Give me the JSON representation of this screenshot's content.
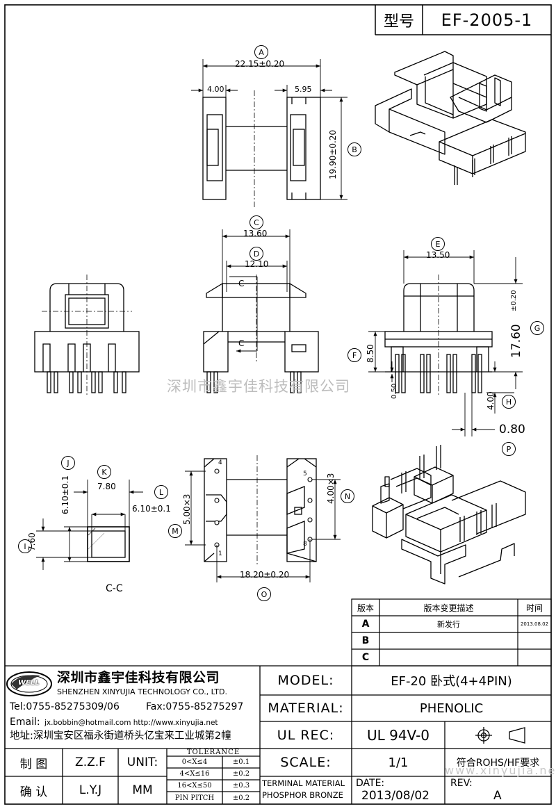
{
  "header": {
    "type_label": "型号",
    "model_number": "EF-2005-1"
  },
  "dimensions": {
    "top_width": "22.15±0.20",
    "top_left": "4.00",
    "top_right": "5.95",
    "top_height": "19.90±0.20",
    "front_width": "13.60",
    "front_inner": "12.10",
    "section_c": "C",
    "side_width": "13.50",
    "side_height": "17.60",
    "side_height_tol": "±0.20",
    "side_base": "8.50",
    "side_foot": "0.50",
    "pin_len": "4.00",
    "pin_dia": "0.80",
    "sec_h_left": "6.10±0.1",
    "sec_w": "7.80",
    "sec_h_right": "6.10±0.1",
    "sec_inner": "7.60",
    "sec_label": "C-C",
    "pitch_left": "5.00×3",
    "pitch_right": "4.00×3",
    "pin_span": "18.20±0.20",
    "pin_1": "1",
    "pin_4": "4",
    "pin_5": "5",
    "pin_8": "8"
  },
  "balloons": {
    "a": "A",
    "b": "B",
    "c": "C",
    "d": "D",
    "e": "E",
    "f": "F",
    "g": "G",
    "h": "H",
    "p": "P",
    "j": "J",
    "k": "K",
    "l": "L",
    "i": "I",
    "m": "M",
    "n": "N",
    "o": "O"
  },
  "watermark": "深圳市鑫宇佳科技有限公司",
  "watermark_url": "www.xinyujia.net",
  "revision": {
    "headers": [
      "版本",
      "版本变更描述",
      "时间"
    ],
    "rows": [
      {
        "ver": "A",
        "desc": "新发行",
        "date": "2013.08.02"
      },
      {
        "ver": "B",
        "desc": "",
        "date": ""
      },
      {
        "ver": "C",
        "desc": "",
        "date": ""
      }
    ]
  },
  "company": {
    "logo_text": "WELL",
    "name_cn": "深圳市鑫宇佳科技有限公司",
    "name_en": "SHENZHEN XINYUJIA TECHNOLOGY CO., LTD.",
    "tel": "Tel:0755-85275309/06",
    "fax": "Fax:0755-85275297",
    "email_label": "Email:",
    "email": "jx.bobbin@hotmail.com http://www.xinyujia.net",
    "address": "地址:深圳宝安区福永街道桥头亿宝来工业城第2幢"
  },
  "signoff": {
    "draw_label": "制 图",
    "draw_by": "Z.Z.F",
    "check_label": "确 认",
    "check_by": "L.Y.J",
    "unit_label": "UNIT:",
    "unit": "MM"
  },
  "tolerance": {
    "title": "TOLERANCE",
    "rows": [
      {
        "range": "0<X≤4",
        "tol": "±0.1"
      },
      {
        "range": "4<X≤16",
        "tol": "±0.2"
      },
      {
        "range": "16<X≤50",
        "tol": "±0.3"
      },
      {
        "range": "PIN PITCH",
        "tol": "±0.2"
      }
    ]
  },
  "spec": {
    "model_label": "MODEL:",
    "model": "EF-20 卧式(4+4PIN)",
    "material_label": "MATERIAL:",
    "material": "PHENOLIC",
    "ulrec_label": "UL REC:",
    "ulrec": "UL 94V-0",
    "scale_label": "SCALE:",
    "scale": "1/1",
    "rohs": "符合ROHS/HF要求",
    "terminal_label": "TERMINAL MATERIAL",
    "terminal": "PHOSPHOR BRONZE",
    "date_label": "DATE:",
    "date": "2013/08/02",
    "rev_label": "REV:",
    "rev": "A"
  }
}
